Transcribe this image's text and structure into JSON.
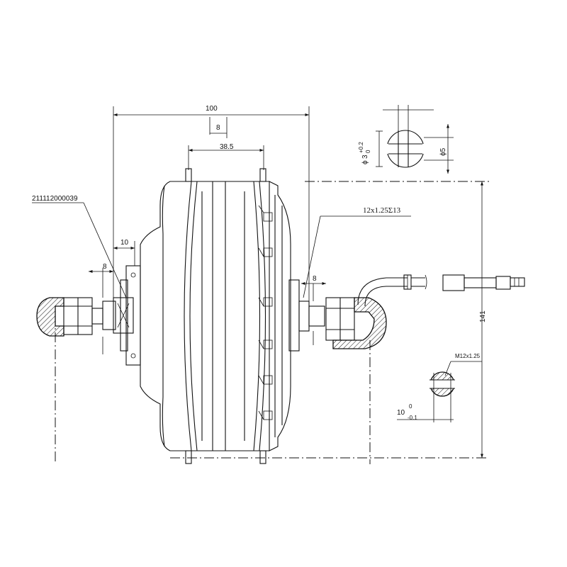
{
  "part_number": "211112000039",
  "axle_thread": "12x1.25Σ13",
  "dimensions": {
    "overall_width": "100",
    "offset": "8",
    "flange_spacing": "38.5",
    "left_spacer": "10",
    "left_axle": "8",
    "right_axle": "8",
    "diameter": "141"
  },
  "detail_slot": {
    "hole_symbol": "ϕ",
    "hole_value": "3",
    "hole_tolerance_upper": "+0.2",
    "hole_tolerance_lower": "0",
    "dia_label": "ϕ5"
  },
  "detail_axle": {
    "thread": "M12x1.25",
    "flat_width": "10",
    "tol_upper": "0",
    "tol_lower": "-0.1"
  }
}
